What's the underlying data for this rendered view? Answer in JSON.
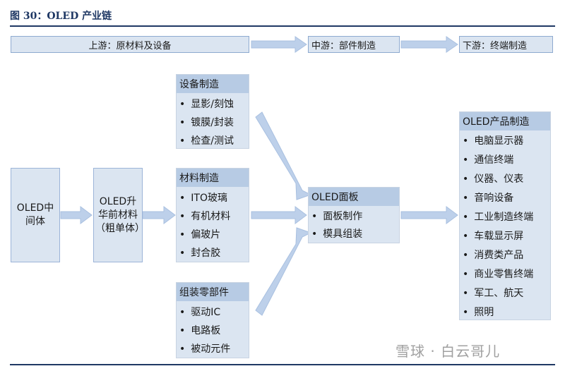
{
  "figure": {
    "title": "图 30：OLED 产业链"
  },
  "stages": {
    "upstream": "上游：原材料及设备",
    "midstream": "中游：部件制造",
    "downstream": "下游：终端制造"
  },
  "nodes": {
    "intermediate": "OLED中间体",
    "sublimated": "OLED升华前材料（粗单体）",
    "panel": "OLED面板"
  },
  "panels": {
    "equipment": {
      "title": "设备制造",
      "items": [
        "显影/刻蚀",
        "镀膜/封装",
        "检查/测试"
      ]
    },
    "materials": {
      "title": "材料制造",
      "items": [
        "ITO玻璃",
        "有机材料",
        "偏玻片",
        "封合胶"
      ]
    },
    "components": {
      "title": "组装零部件",
      "items": [
        "驱动IC",
        "电路板",
        "被动元件"
      ]
    },
    "oled_panel": {
      "items": [
        "面板制作",
        "模具组装"
      ]
    },
    "products": {
      "title": "OLED产品制造",
      "items": [
        "电脑显示器",
        "通信终端",
        "仪器、仪表",
        "音响设备",
        "工业制造终端",
        "车载显示屏",
        "消费类产品",
        "商业零售终端",
        "军工、航天",
        "照明"
      ]
    }
  },
  "watermark": "雪球 · 白云哥儿",
  "colors": {
    "box_fill": "#dbe5f1",
    "header_fill": "#b7cbe4",
    "arrow_fill": "#bdd0ea",
    "title_color": "#1f3864"
  }
}
